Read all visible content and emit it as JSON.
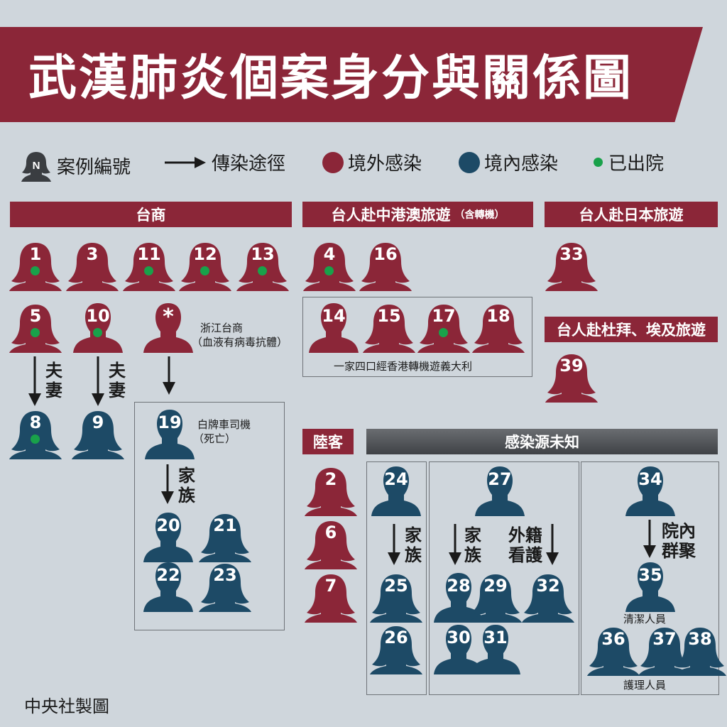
{
  "title": "武漢肺炎個案身分與關係圖",
  "legend": {
    "case_number": "案例編號",
    "case_icon_letter": "N",
    "transmission": "傳染途徑",
    "imported": "境外感染",
    "local": "境內感染",
    "discharged": "已出院"
  },
  "colors": {
    "imported": "#8b2638",
    "local": "#1d4a66",
    "discharged": "#19a14a",
    "banner": "#8b2638",
    "legend_icon": "#3a3d41"
  },
  "groups": {
    "taishang": "台商",
    "china_travel": "台人赴中港澳旅遊",
    "china_travel_note": "（含轉機）",
    "japan_travel": "台人赴日本旅遊",
    "dubai_travel": "台人赴杜拜、埃及旅遊",
    "mainland_visitor": "陸客",
    "unknown_source": "感染源未知"
  },
  "labels": {
    "spouse": "夫妻",
    "family": "家族",
    "foreign_caregiver": "外籍看護",
    "hospital_cluster": "院內群聚",
    "zhejiang_businessman": "浙江台商",
    "zhejiang_note": "（血液有病毒抗體）",
    "family_four": "一家四口經香港轉機遊義大利",
    "driver": "白牌車司機",
    "driver_note": "（死亡）",
    "cleaner": "清潔人員",
    "nurses": "護理人員"
  },
  "cases": [
    {
      "n": "1",
      "type": "imported",
      "gender": "f",
      "discharged": true
    },
    {
      "n": "3",
      "type": "imported",
      "gender": "f",
      "discharged": false
    },
    {
      "n": "11",
      "type": "imported",
      "gender": "f",
      "discharged": true
    },
    {
      "n": "12",
      "type": "imported",
      "gender": "f",
      "discharged": true
    },
    {
      "n": "13",
      "type": "imported",
      "gender": "f",
      "discharged": true
    },
    {
      "n": "5",
      "type": "imported",
      "gender": "f",
      "discharged": true
    },
    {
      "n": "10",
      "type": "imported",
      "gender": "m",
      "discharged": true
    },
    {
      "n": "*",
      "type": "imported",
      "gender": "m",
      "discharged": false
    },
    {
      "n": "8",
      "type": "local",
      "gender": "f",
      "discharged": true
    },
    {
      "n": "9",
      "type": "local",
      "gender": "f",
      "discharged": false
    },
    {
      "n": "19",
      "type": "local",
      "gender": "m",
      "discharged": false
    },
    {
      "n": "20",
      "type": "local",
      "gender": "m",
      "discharged": false
    },
    {
      "n": "21",
      "type": "local",
      "gender": "f",
      "discharged": false
    },
    {
      "n": "22",
      "type": "local",
      "gender": "m",
      "discharged": false
    },
    {
      "n": "23",
      "type": "local",
      "gender": "f",
      "discharged": false
    },
    {
      "n": "4",
      "type": "imported",
      "gender": "f",
      "discharged": true
    },
    {
      "n": "16",
      "type": "imported",
      "gender": "f",
      "discharged": false
    },
    {
      "n": "14",
      "type": "imported",
      "gender": "m",
      "discharged": false
    },
    {
      "n": "15",
      "type": "imported",
      "gender": "f",
      "discharged": false
    },
    {
      "n": "17",
      "type": "imported",
      "gender": "f",
      "discharged": true
    },
    {
      "n": "18",
      "type": "imported",
      "gender": "f",
      "discharged": false
    },
    {
      "n": "33",
      "type": "imported",
      "gender": "f",
      "discharged": false
    },
    {
      "n": "39",
      "type": "imported",
      "gender": "f",
      "discharged": false
    },
    {
      "n": "2",
      "type": "imported",
      "gender": "f",
      "discharged": false
    },
    {
      "n": "6",
      "type": "imported",
      "gender": "f",
      "discharged": false
    },
    {
      "n": "7",
      "type": "imported",
      "gender": "f",
      "discharged": false
    },
    {
      "n": "24",
      "type": "local",
      "gender": "m",
      "discharged": false
    },
    {
      "n": "25",
      "type": "local",
      "gender": "f",
      "discharged": false
    },
    {
      "n": "26",
      "type": "local",
      "gender": "f",
      "discharged": false
    },
    {
      "n": "27",
      "type": "local",
      "gender": "m",
      "discharged": false
    },
    {
      "n": "28",
      "type": "local",
      "gender": "m",
      "discharged": false
    },
    {
      "n": "29",
      "type": "local",
      "gender": "f",
      "discharged": false
    },
    {
      "n": "32",
      "type": "local",
      "gender": "f",
      "discharged": false
    },
    {
      "n": "30",
      "type": "local",
      "gender": "m",
      "discharged": false
    },
    {
      "n": "31",
      "type": "local",
      "gender": "m",
      "discharged": false
    },
    {
      "n": "34",
      "type": "local",
      "gender": "m",
      "discharged": false
    },
    {
      "n": "35",
      "type": "local",
      "gender": "m",
      "discharged": false
    },
    {
      "n": "36",
      "type": "local",
      "gender": "f",
      "discharged": false
    },
    {
      "n": "37",
      "type": "local",
      "gender": "f",
      "discharged": false
    },
    {
      "n": "38",
      "type": "local",
      "gender": "f",
      "discharged": false
    }
  ],
  "footer": "中央社製圖"
}
